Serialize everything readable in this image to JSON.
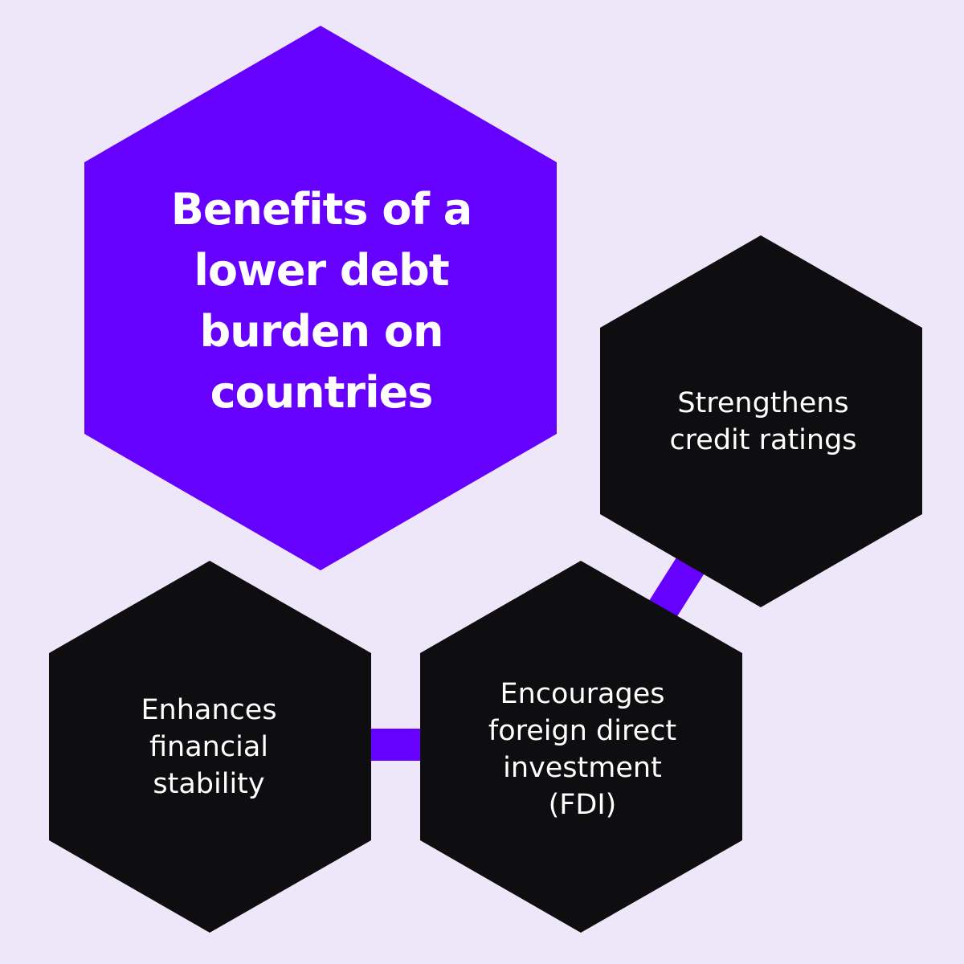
{
  "title": {
    "lines": [
      "Benefits of a",
      "lower debt",
      "burden on",
      "countries"
    ]
  },
  "nodes": {
    "credit": {
      "lines": [
        "Strengthens",
        "credit ratings"
      ]
    },
    "stability": {
      "lines": [
        "Enhances",
        "financial",
        "stability"
      ]
    },
    "fdi": {
      "lines": [
        "Encourages",
        "foreign direct",
        "investment",
        "(FDI)"
      ]
    }
  },
  "colors": {
    "background": "#EEE7FA",
    "title_hex": "#6600FF",
    "node_hex": "#0E0E10",
    "connector": "#6600FF",
    "text": "#FFFFFF"
  }
}
